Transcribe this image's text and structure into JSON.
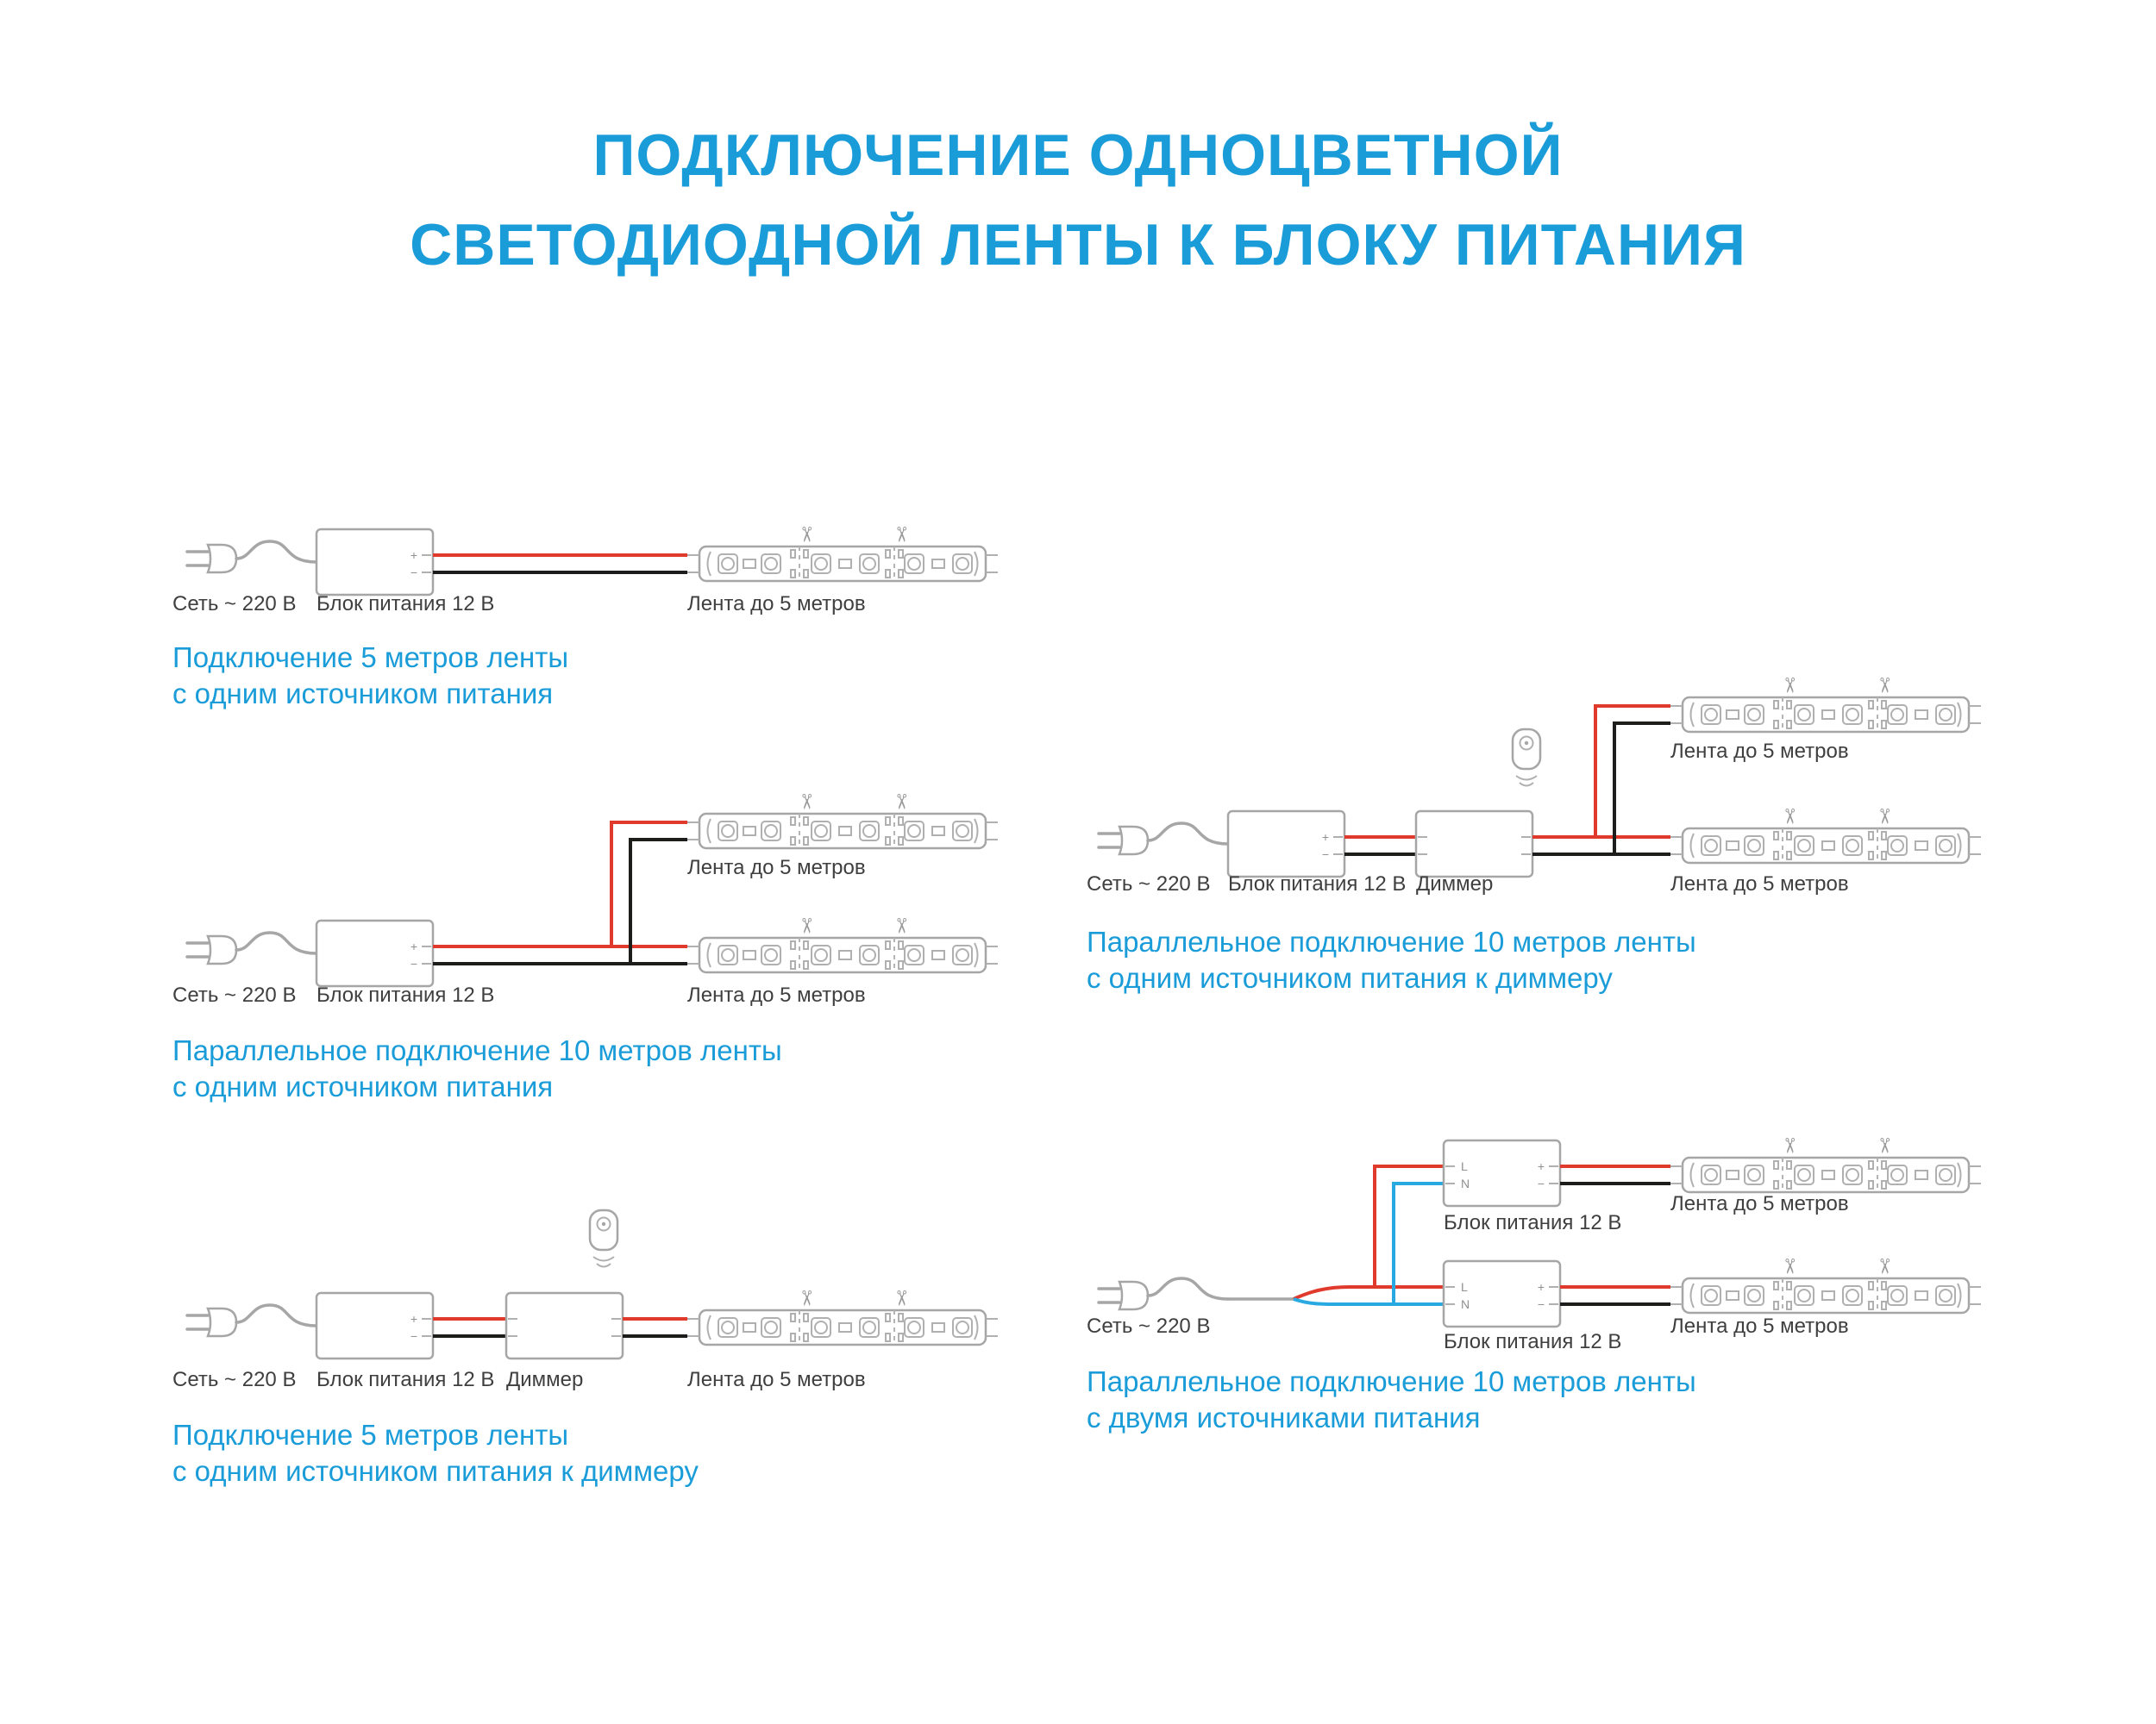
{
  "title": {
    "line1": "ПОДКЛЮЧЕНИЕ ОДНОЦВЕТНОЙ",
    "line2": "СВЕТОДИОДНОЙ ЛЕНТЫ К БЛОКУ ПИТАНИЯ"
  },
  "labels": {
    "mains": "Сеть ~ 220 В",
    "psu": "Блок питания 12 В",
    "dimmer": "Диммер",
    "strip": "Лента до 5 метров",
    "terminal_plus": "+",
    "terminal_minus": "−",
    "terminal_l": "L",
    "terminal_n": "N"
  },
  "icons": {
    "scissors": "✂"
  },
  "diagrams": [
    {
      "id": "single-5m",
      "caption_line1": "Подключение 5 метров ленты",
      "caption_line2": "с одним источником питания"
    },
    {
      "id": "parallel-10m-one-psu",
      "caption_line1": "Параллельное подключение 10 метров ленты",
      "caption_line2": "с одним источником питания"
    },
    {
      "id": "single-5m-dimmer",
      "caption_line1": "Подключение 5 метров ленты",
      "caption_line2": "с одним источником питания к диммеру"
    },
    {
      "id": "parallel-10m-dimmer",
      "caption_line1": "Параллельное подключение 10 метров ленты",
      "caption_line2": "с одним источником питания к диммеру"
    },
    {
      "id": "parallel-10m-two-psu",
      "caption_line1": "Параллельное подключение 10 метров ленты",
      "caption_line2": "с двумя источниками питания"
    }
  ],
  "colors": {
    "accent_blue": "#1a9cd9",
    "wire_red": "#e03a2c",
    "wire_black": "#1d1d1b",
    "wire_blue": "#29a9e1",
    "outline_gray": "#a6a6a6",
    "label_gray": "#3f3f3f"
  }
}
